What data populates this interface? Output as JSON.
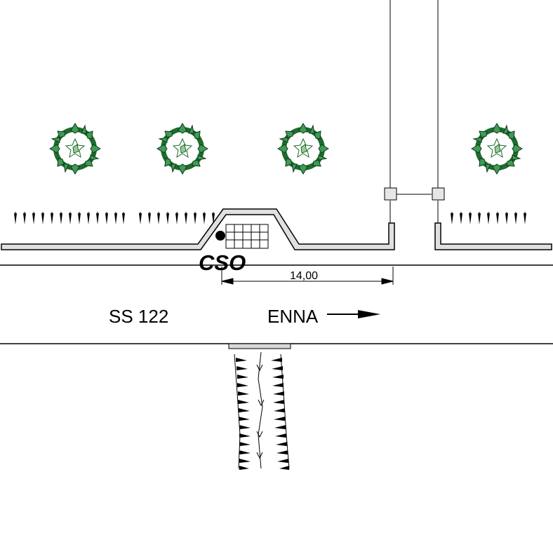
{
  "labels": {
    "road_name": "SS 122",
    "direction": "ENNA",
    "measurement": "14,00",
    "station": "CSO"
  },
  "colors": {
    "ink": "#000000",
    "lane_fill": "#e0e0e0",
    "shrub_dark": "#1f6b2e",
    "shrub_light": "#8fd18f",
    "shrub_mid": "#3f9a55",
    "post_fill": "#e6e6e6"
  },
  "icons": {
    "shrub": "shrub-icon",
    "arrow": "direction-arrow-icon",
    "signpost": "signpost-icon"
  }
}
